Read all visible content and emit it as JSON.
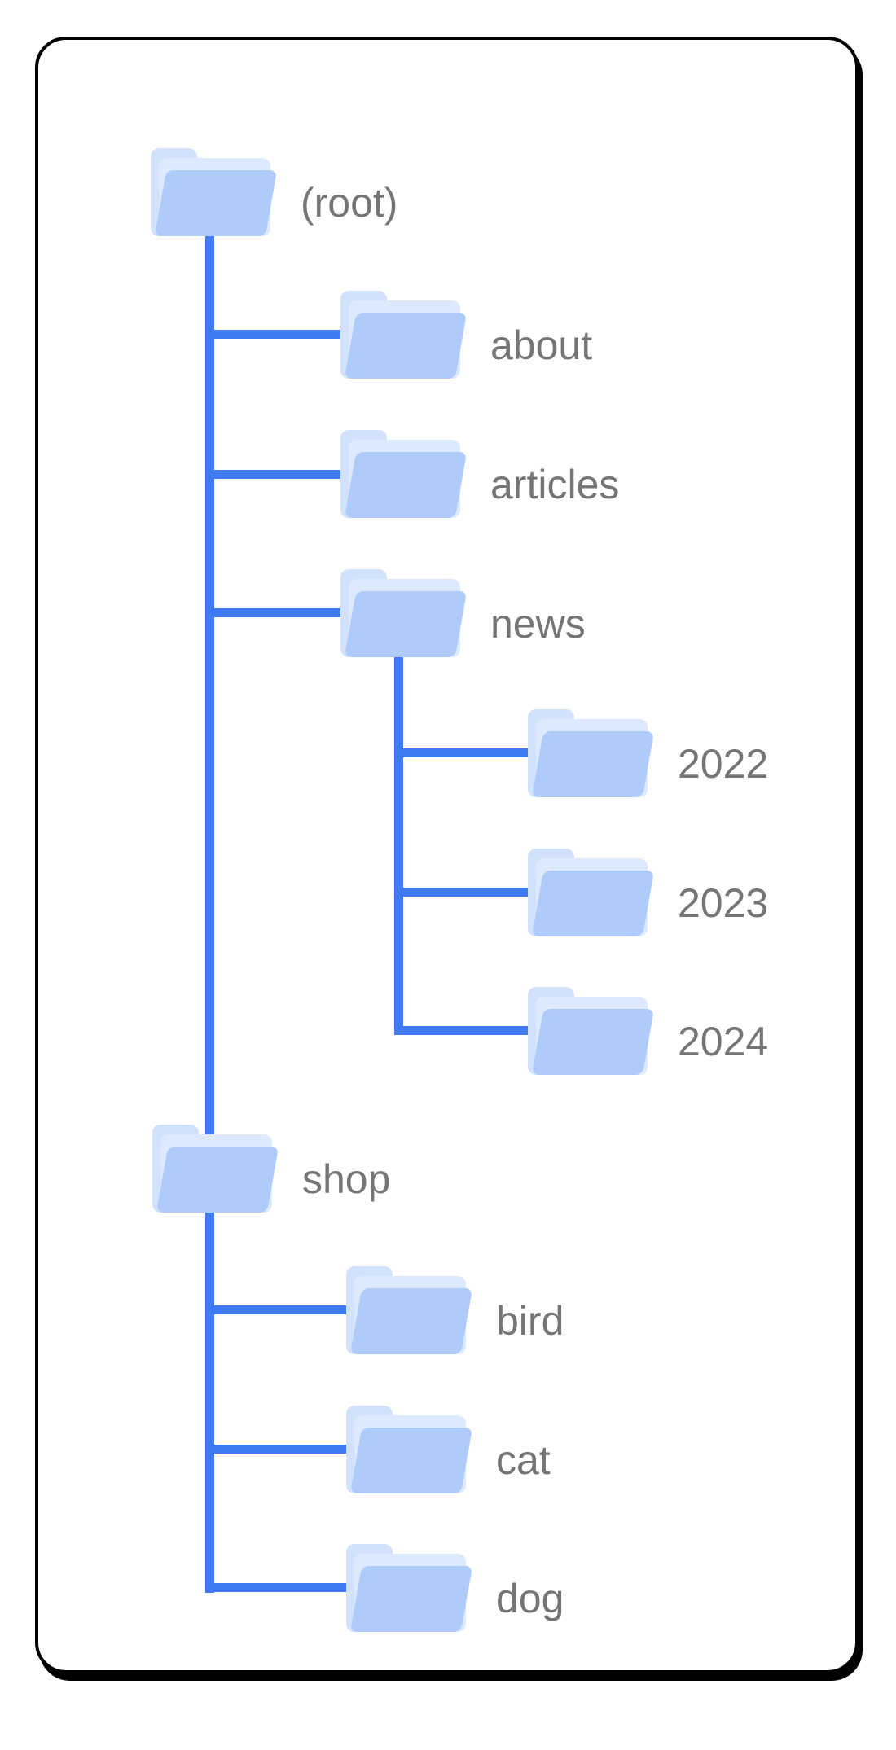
{
  "diagram": {
    "description": "Site folder hierarchy tree",
    "colors": {
      "line": "#3e7bf2",
      "folder_front": "#aecbfa",
      "folder_back": "#d3e2fc",
      "folder_sheet": "#dde9fd",
      "label": "#757575",
      "border": "#000000",
      "background": "#ffffff"
    },
    "nodes": [
      {
        "id": "root",
        "label": "(root)",
        "parent": null
      },
      {
        "id": "about",
        "label": "about",
        "parent": "root"
      },
      {
        "id": "articles",
        "label": "articles",
        "parent": "root"
      },
      {
        "id": "news",
        "label": "news",
        "parent": "root"
      },
      {
        "id": "2022",
        "label": "2022",
        "parent": "news"
      },
      {
        "id": "2023",
        "label": "2023",
        "parent": "news"
      },
      {
        "id": "2024",
        "label": "2024",
        "parent": "news"
      },
      {
        "id": "shop",
        "label": "shop",
        "parent": "root"
      },
      {
        "id": "bird",
        "label": "bird",
        "parent": "shop"
      },
      {
        "id": "cat",
        "label": "cat",
        "parent": "shop"
      },
      {
        "id": "dog",
        "label": "dog",
        "parent": "shop"
      }
    ]
  }
}
